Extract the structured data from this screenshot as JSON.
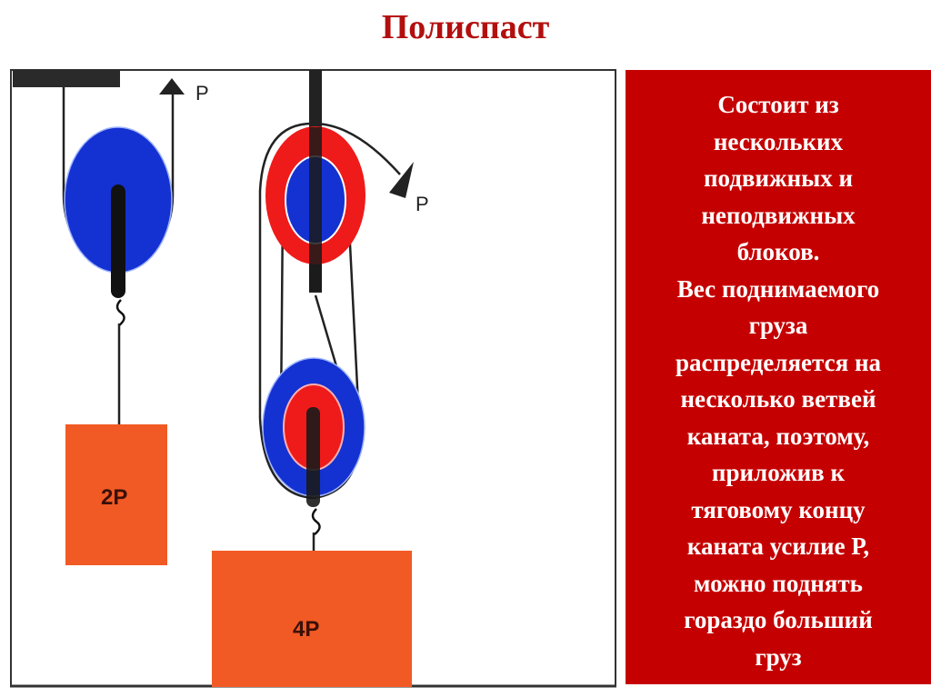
{
  "title": "Полиспаст",
  "diagram": {
    "left_system": {
      "force_label": "P",
      "weight_label": "2P"
    },
    "right_system": {
      "force_label": "P",
      "weight_label": "4P"
    },
    "colors": {
      "blue": "#1432d2",
      "red": "#ef1a1a",
      "weight": "#f15a24",
      "rope": "#222222"
    }
  },
  "panel": {
    "background": "#c50000",
    "lines": [
      "Состоит из",
      "нескольких",
      "подвижных и",
      "неподвижных",
      "блоков.",
      " Вес поднимаемого",
      "груза",
      "распределяется на",
      "несколько ветвей",
      "каната, поэтому,",
      "приложив к",
      "тяговому концу",
      "каната усилие Р,",
      "можно поднять",
      "гораздо больший",
      "груз"
    ]
  }
}
